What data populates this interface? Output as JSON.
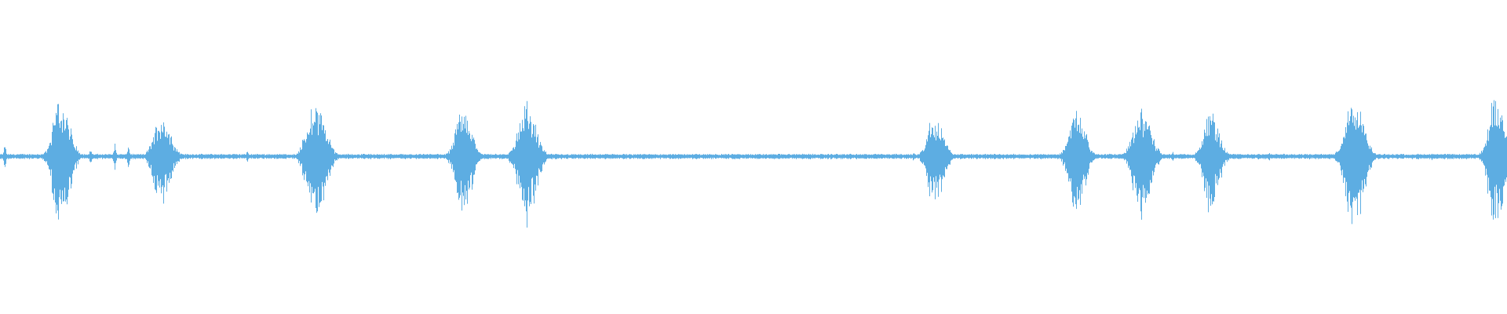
{
  "waveform": {
    "color": "#5dade2",
    "background": "#ffffff",
    "baseline_level": 0.035,
    "bursts": [
      {
        "center": 0.04,
        "width": 0.02,
        "level": 0.87
      },
      {
        "center": 0.107,
        "width": 0.02,
        "level": 0.65
      },
      {
        "center": 0.209,
        "width": 0.022,
        "level": 0.85
      },
      {
        "center": 0.307,
        "width": 0.019,
        "level": 0.75
      },
      {
        "center": 0.349,
        "width": 0.021,
        "level": 0.84
      },
      {
        "center": 0.62,
        "width": 0.019,
        "level": 0.62
      },
      {
        "center": 0.714,
        "width": 0.019,
        "level": 0.73
      },
      {
        "center": 0.757,
        "width": 0.021,
        "level": 0.77
      },
      {
        "center": 0.803,
        "width": 0.019,
        "level": 0.67
      },
      {
        "center": 0.898,
        "width": 0.022,
        "level": 0.88
      },
      {
        "center": 0.992,
        "width": 0.018,
        "level": 0.92
      }
    ],
    "small_spikes": [
      {
        "center": 0.003,
        "level": 0.18
      },
      {
        "center": 0.06,
        "level": 0.12
      },
      {
        "center": 0.076,
        "level": 0.22
      },
      {
        "center": 0.085,
        "level": 0.18
      },
      {
        "center": 0.164,
        "level": 0.08
      },
      {
        "center": 0.297,
        "level": 0.08
      },
      {
        "center": 0.338,
        "level": 0.08
      },
      {
        "center": 0.606,
        "level": 0.06
      },
      {
        "center": 0.778,
        "level": 0.08
      },
      {
        "center": 0.842,
        "level": 0.07
      },
      {
        "center": 0.95,
        "level": 0.06
      }
    ]
  }
}
